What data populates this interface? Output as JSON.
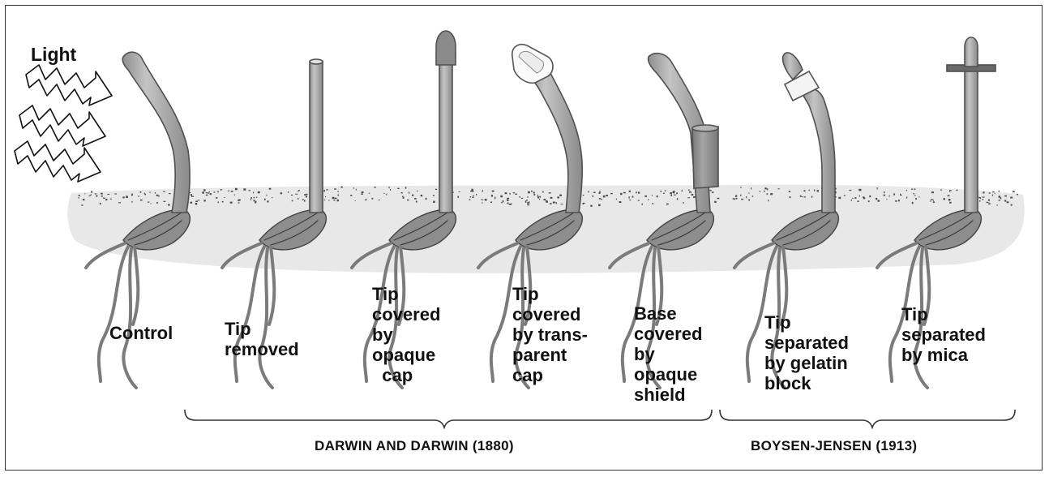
{
  "light_label": "Light",
  "labels": {
    "control": "Control",
    "tip_removed": "Tip\nremoved",
    "opaque_cap": "Tip\ncovered\nby\nopaque\n  cap",
    "transparent_cap": "Tip\ncovered\nby trans-\nparent\ncap",
    "opaque_shield": "Base\ncovered\nby\nopaque\nshield",
    "gelatin": "Tip\nseparated\nby gelatin\nblock",
    "mica": "Tip\nseparated\nby mica"
  },
  "groups": {
    "darwin": {
      "name": "DARWIN AND DARWIN",
      "year": "(1880)"
    },
    "boysen": {
      "name": "BOYSEN-JENSEN",
      "year": "(1913)"
    }
  },
  "colors": {
    "soil": "#e6e6e6",
    "stem": "#a8a8a8",
    "stem_edge": "#555555",
    "root": "#8e8e8e",
    "cap_dark": "#8a8a8a",
    "shield": "#8c8c8c",
    "mica": "#6e6e6e"
  }
}
